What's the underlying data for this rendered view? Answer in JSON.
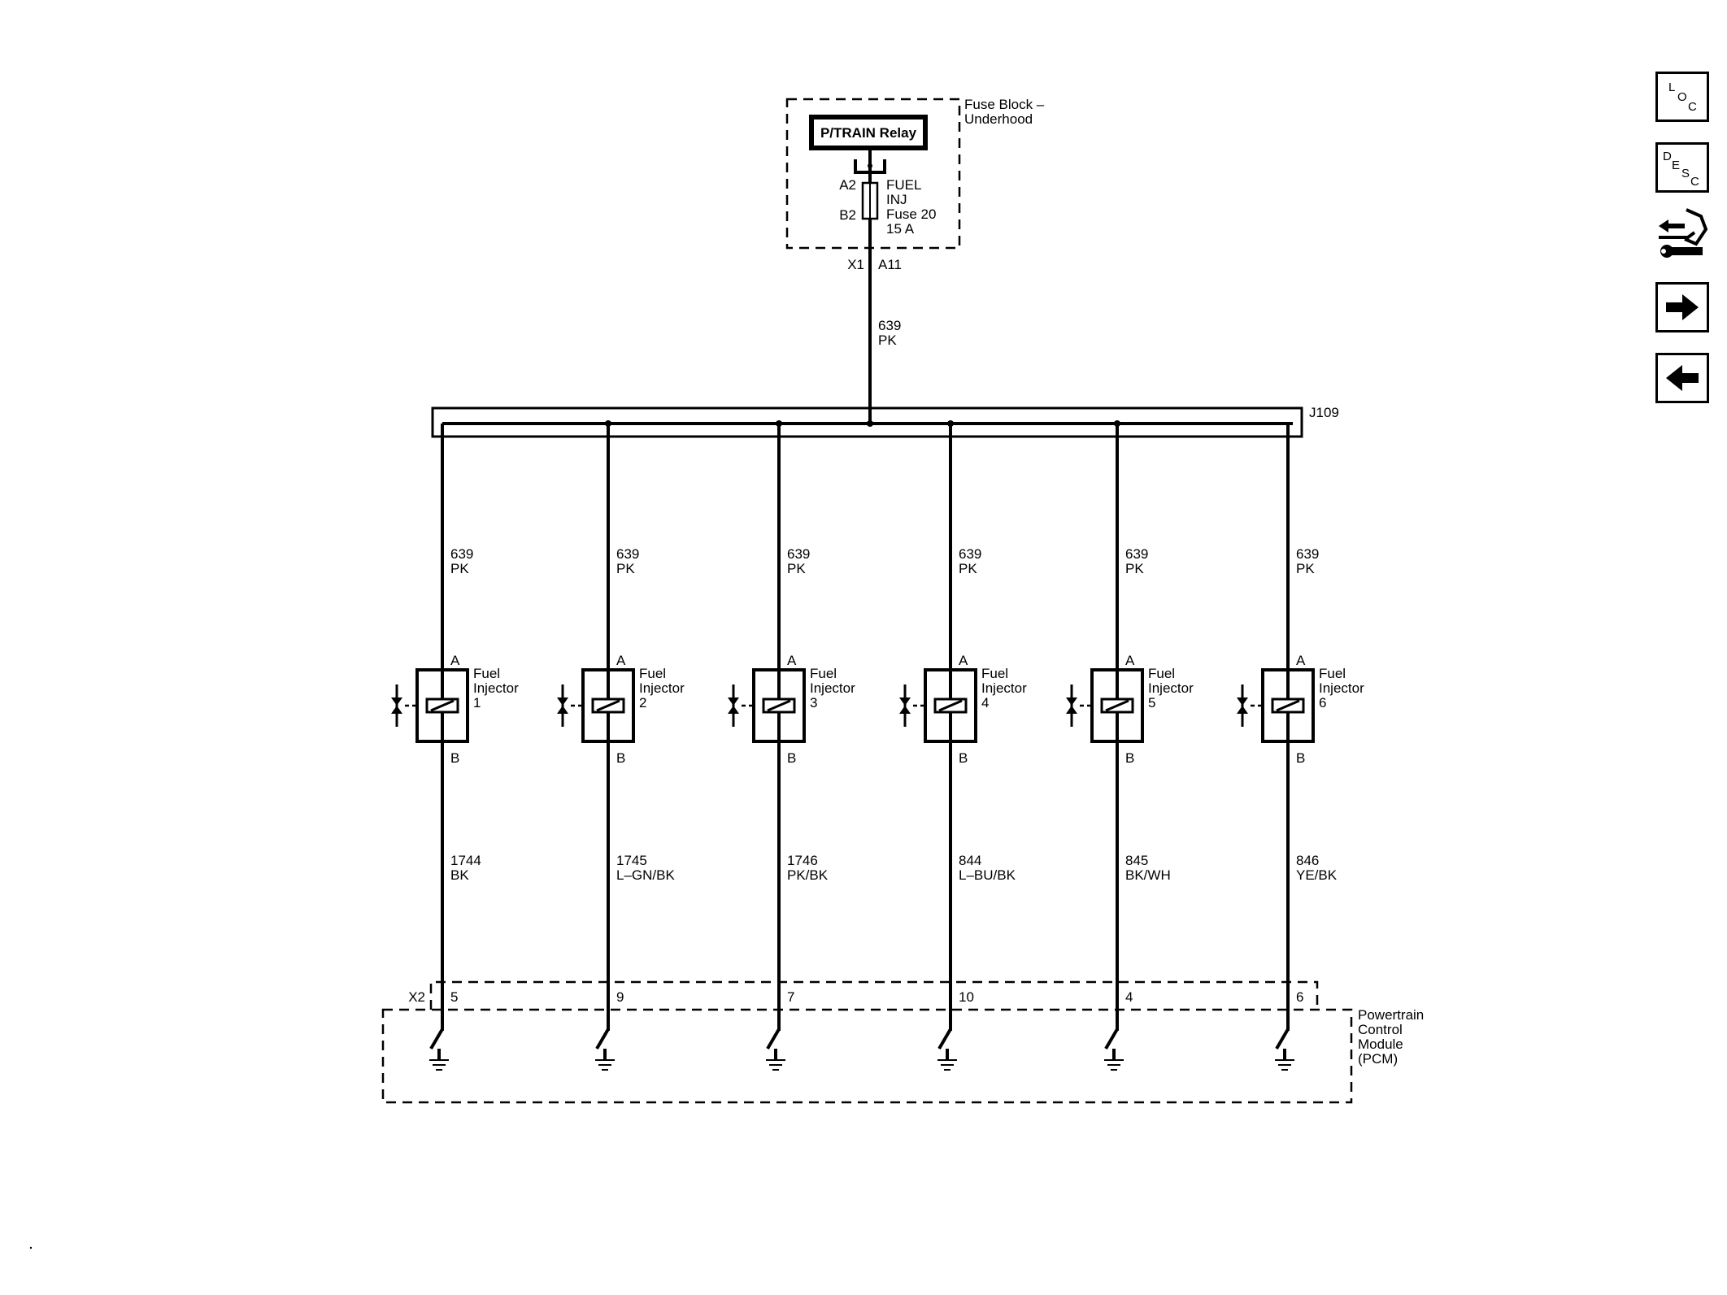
{
  "fuse_block": {
    "title_line1": "Fuse Block –",
    "title_line2": "Underhood",
    "relay_label": "P/TRAIN Relay",
    "pin_top": "A2",
    "pin_bottom": "B2",
    "fuse_line1": "FUEL",
    "fuse_line2": "INJ",
    "fuse_line3": "Fuse 20",
    "fuse_line4": "15 A",
    "connector": "X1",
    "connector_pin": "A11"
  },
  "feed_wire": {
    "circuit": "639",
    "color": "PK"
  },
  "splice": {
    "label": "J109"
  },
  "injectors": [
    {
      "name_line1": "Fuel",
      "name_line2": "Injector",
      "number": "1",
      "pin_a": "A",
      "pin_b": "B",
      "supply_circuit": "639",
      "supply_color": "PK",
      "control_circuit": "1744",
      "control_color": "BK",
      "pcm_pin": "5"
    },
    {
      "name_line1": "Fuel",
      "name_line2": "Injector",
      "number": "2",
      "pin_a": "A",
      "pin_b": "B",
      "supply_circuit": "639",
      "supply_color": "PK",
      "control_circuit": "1745",
      "control_color": "L–GN/BK",
      "pcm_pin": "9"
    },
    {
      "name_line1": "Fuel",
      "name_line2": "Injector",
      "number": "3",
      "pin_a": "A",
      "pin_b": "B",
      "supply_circuit": "639",
      "supply_color": "PK",
      "control_circuit": "1746",
      "control_color": "PK/BK",
      "pcm_pin": "7"
    },
    {
      "name_line1": "Fuel",
      "name_line2": "Injector",
      "number": "4",
      "pin_a": "A",
      "pin_b": "B",
      "supply_circuit": "639",
      "supply_color": "PK",
      "control_circuit": "844",
      "control_color": "L–BU/BK",
      "pcm_pin": "10"
    },
    {
      "name_line1": "Fuel",
      "name_line2": "Injector",
      "number": "5",
      "pin_a": "A",
      "pin_b": "B",
      "supply_circuit": "639",
      "supply_color": "PK",
      "control_circuit": "845",
      "control_color": "BK/WH",
      "pcm_pin": "4"
    },
    {
      "name_line1": "Fuel",
      "name_line2": "Injector",
      "number": "6",
      "pin_a": "A",
      "pin_b": "B",
      "supply_circuit": "639",
      "supply_color": "PK",
      "control_circuit": "846",
      "control_color": "YE/BK",
      "pcm_pin": "6"
    }
  ],
  "pcm": {
    "connector": "X2",
    "name_line1": "Powertrain",
    "name_line2": "Control",
    "name_line3": "Module",
    "name_line4": "(PCM)"
  },
  "nav": {
    "loc_letters": [
      "L",
      "O",
      "C"
    ],
    "desc_letters": [
      "D",
      "E",
      "S",
      "C"
    ],
    "icons": [
      "location-icon",
      "description-icon",
      "connector-tool-icon",
      "next-arrow-icon",
      "previous-arrow-icon"
    ]
  }
}
